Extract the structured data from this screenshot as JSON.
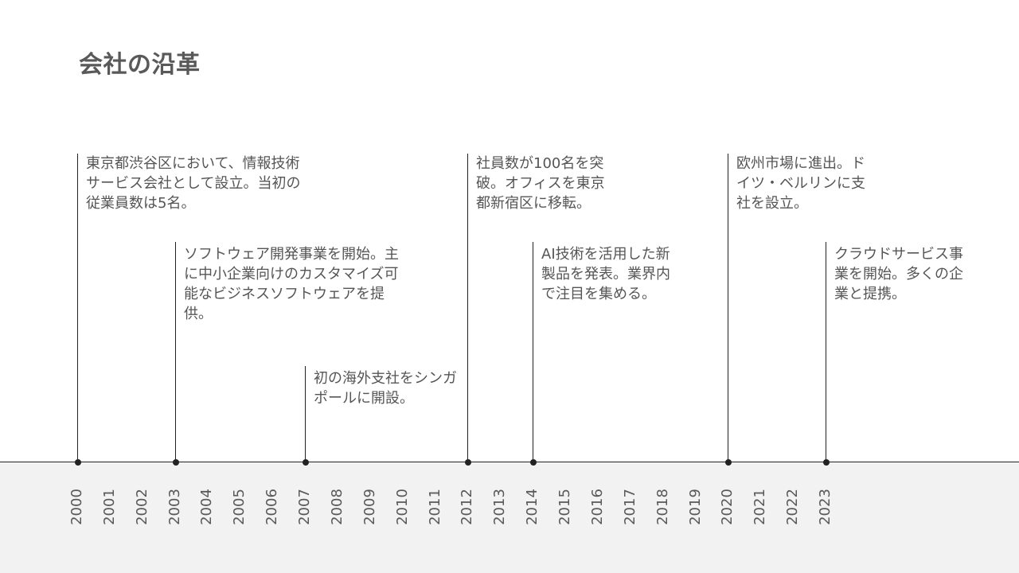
{
  "title": "会社の沿革",
  "years": [
    "2000",
    "2001",
    "2002",
    "2003",
    "2004",
    "2005",
    "2006",
    "2007",
    "2008",
    "2009",
    "2010",
    "2011",
    "2012",
    "2013",
    "2014",
    "2015",
    "2016",
    "2017",
    "2018",
    "2019",
    "2020",
    "2021",
    "2022",
    "2023"
  ],
  "events": [
    {
      "year": "2000",
      "text": "東京都渋谷区において、情報技術サービス会社として設立。当初の従業員数は5名。"
    },
    {
      "year": "2003",
      "text": "ソフトウェア開発事業を開始。主に中小企業向けのカスタマイズ可能なビジネスソフトウェアを提供。"
    },
    {
      "year": "2007",
      "text": "初の海外支社をシンガポールに開設。"
    },
    {
      "year": "2012",
      "text": "社員数が100名を突破。オフィスを東京都新宿区に移転。"
    },
    {
      "year": "2014",
      "text": "AI技術を活用した新製品を発表。業界内で注目を集める。"
    },
    {
      "year": "2020",
      "text": "欧州市場に進出。ドイツ・ベルリンに支社を設立。"
    },
    {
      "year": "2023",
      "text": "クラウドサービス事業を開始。多くの企業と提携。"
    }
  ],
  "colors": {
    "axis": "#222222",
    "band": "#f2f2f2",
    "text": "#555555",
    "title": "#595959"
  }
}
